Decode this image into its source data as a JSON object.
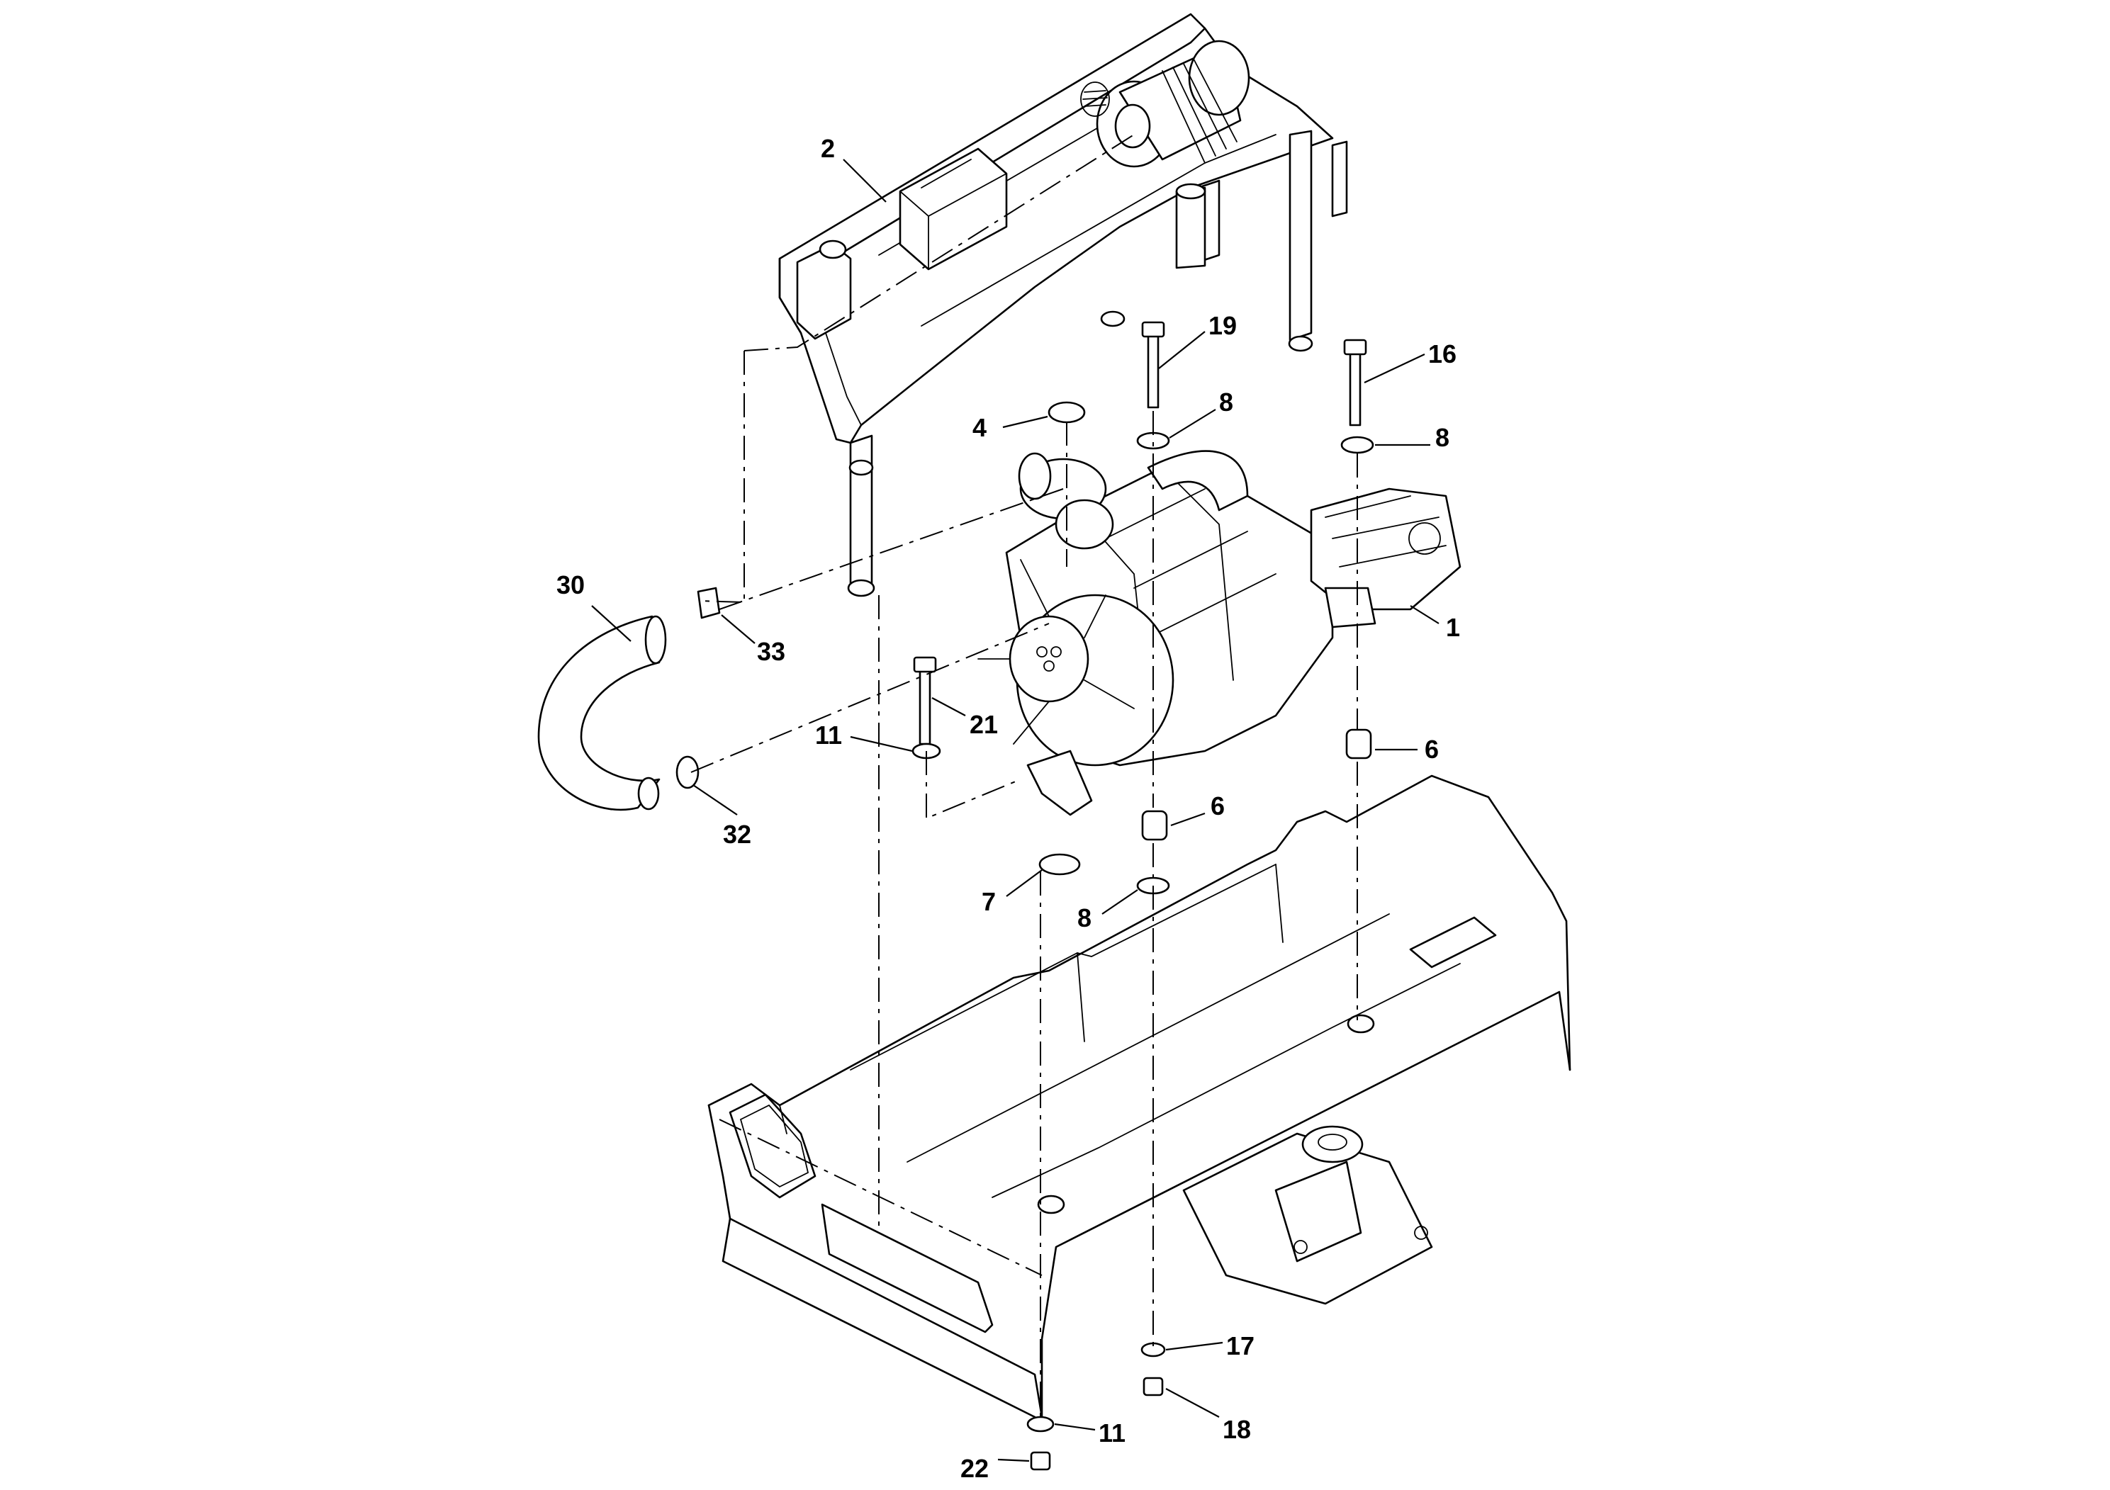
{
  "callouts": [
    {
      "id": "c2",
      "label": "2"
    },
    {
      "id": "c19",
      "label": "19"
    },
    {
      "id": "c16",
      "label": "16"
    },
    {
      "id": "c8a",
      "label": "8"
    },
    {
      "id": "c4",
      "label": "4"
    },
    {
      "id": "c8b",
      "label": "8"
    },
    {
      "id": "c1",
      "label": "1"
    },
    {
      "id": "c30",
      "label": "30"
    },
    {
      "id": "c33",
      "label": "33"
    },
    {
      "id": "c21",
      "label": "21"
    },
    {
      "id": "c11a",
      "label": "11"
    },
    {
      "id": "c6a",
      "label": "6"
    },
    {
      "id": "c6b",
      "label": "6"
    },
    {
      "id": "c32",
      "label": "32"
    },
    {
      "id": "c7",
      "label": "7"
    },
    {
      "id": "c8c",
      "label": "8"
    },
    {
      "id": "c17",
      "label": "17"
    },
    {
      "id": "c18",
      "label": "18"
    },
    {
      "id": "c22",
      "label": "22"
    },
    {
      "id": "c11b",
      "label": "11"
    }
  ]
}
